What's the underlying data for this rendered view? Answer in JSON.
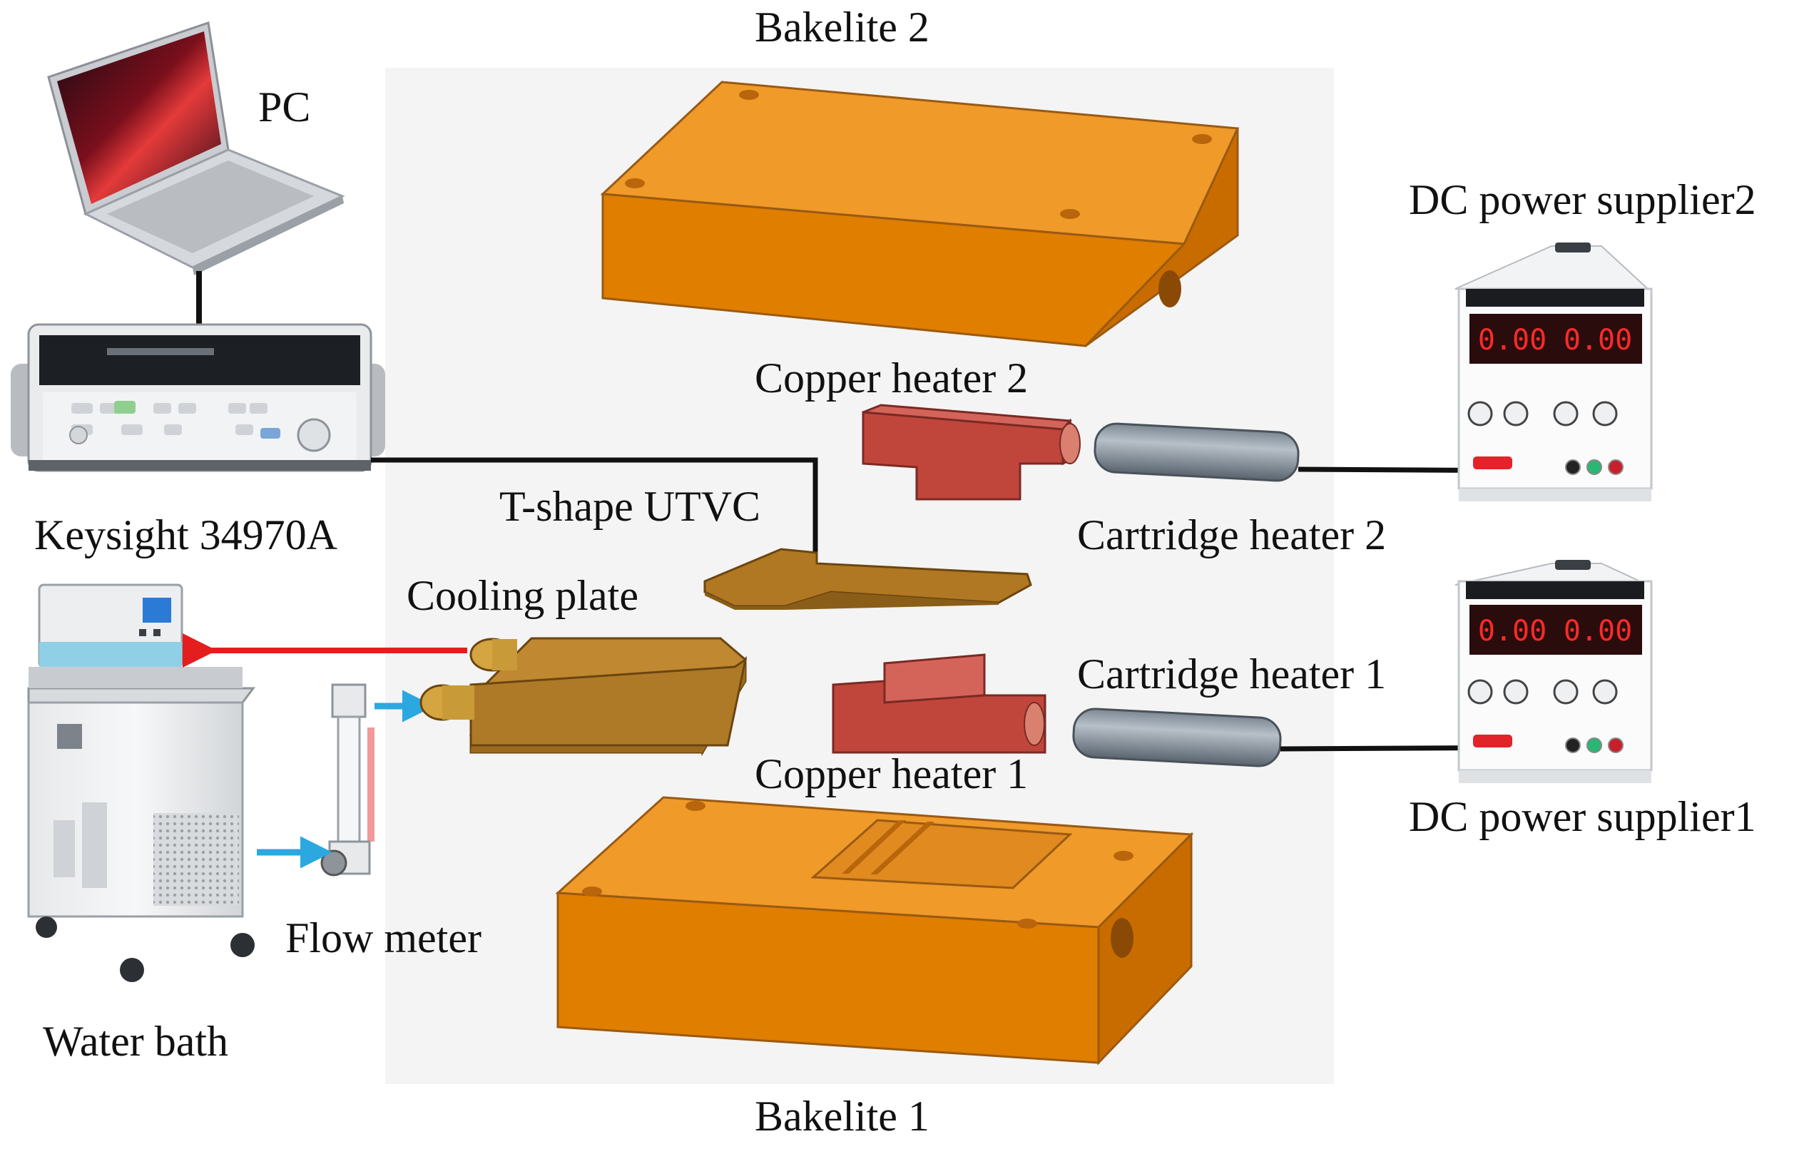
{
  "labels": {
    "bakelite2": "Bakelite 2",
    "pc": "PC",
    "dc2": "DC power supplier2",
    "copper2": "Copper heater 2",
    "keysight": "Keysight 34970A",
    "tshape": "T-shape UTVC",
    "cart2": "Cartridge heater 2",
    "cooling": "Cooling plate",
    "cart1": "Cartridge heater 1",
    "copper1": "Copper heater 1",
    "dc1": "DC power supplier1",
    "flow": "Flow meter",
    "bath": "Water bath",
    "bakelite1": "Bakelite 1"
  },
  "psu_display": {
    "voltage": "0.00",
    "current": "0.00"
  },
  "colors": {
    "bakelite": "#E07E00",
    "copper": "#C0463C",
    "vc": "#B07822",
    "cartridge": "#8C97A3",
    "red_arrow": "#E41E1E",
    "blue_arrow": "#2BA8E0"
  }
}
